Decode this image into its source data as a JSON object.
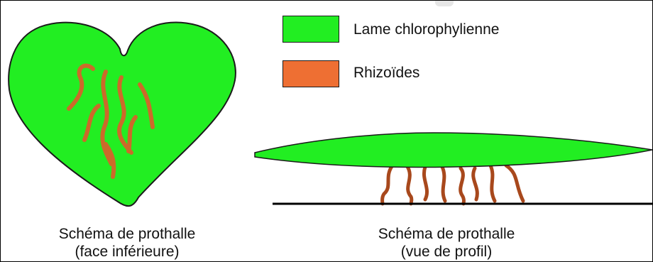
{
  "legend": {
    "items": [
      {
        "label": "Lame chlorophylienne",
        "color": "#22ee22",
        "icon": "green-swatch"
      },
      {
        "label": "Rhizoïdes",
        "color": "#ee6f33",
        "icon": "orange-swatch"
      }
    ]
  },
  "captions": {
    "left": {
      "line1": "Schéma de prothalle",
      "line2": "(face inférieure)"
    },
    "right": {
      "line1": "Schéma de prothalle",
      "line2": "(vue de profil)"
    }
  },
  "colors": {
    "lamina": "#22ee22",
    "lamina_outline": "#1a1a1a",
    "rhizoid_face": "#cc6a2a",
    "rhizoid_profile": "#a8481c",
    "ground": "#000000"
  }
}
